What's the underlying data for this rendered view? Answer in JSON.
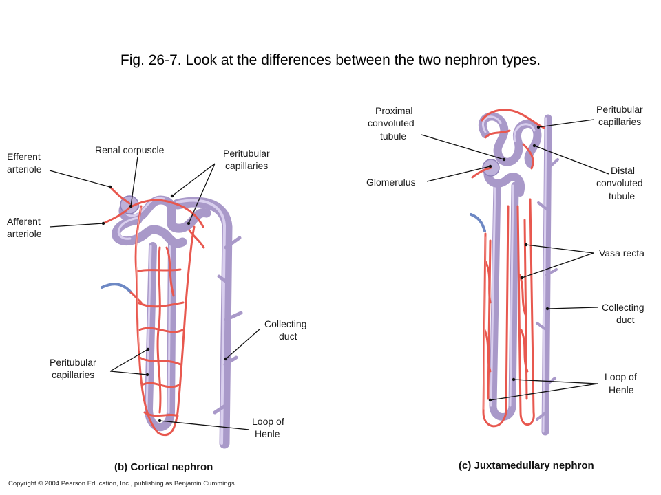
{
  "title": "Fig. 26-7.  Look at the differences between the two nephron types.",
  "cortical": {
    "caption": "(b) Cortical nephron",
    "labels": {
      "efferent_1": "Efferent",
      "efferent_2": "arteriole",
      "afferent_1": "Afferent",
      "afferent_2": "arteriole",
      "renal_corpuscle": "Renal corpuscle",
      "peritubular_top_1": "Peritubular",
      "peritubular_top_2": "capillaries",
      "peritubular_bottom_1": "Peritubular",
      "peritubular_bottom_2": "capillaries",
      "collecting_1": "Collecting",
      "collecting_2": "duct",
      "loop_1": "Loop of",
      "loop_2": "Henle"
    }
  },
  "juxtamedullary": {
    "caption": "(c) Juxtamedullary nephron",
    "labels": {
      "proximal_1": "Proximal",
      "proximal_2": "convoluted",
      "proximal_3": "tubule",
      "glomerulus": "Glomerulus",
      "peritubular_1": "Peritubular",
      "peritubular_2": "capillaries",
      "distal_1": "Distal",
      "distal_2": "convoluted",
      "distal_3": "tubule",
      "vasa_recta": "Vasa recta",
      "collecting_1": "Collecting",
      "collecting_2": "duct",
      "loop_1": "Loop of",
      "loop_2": "Henle"
    }
  },
  "copyright": "Copyright © 2004 Pearson Education, Inc., publishing as Benjamin Cummings.",
  "colors": {
    "tubule": "#a999c9",
    "capillary": "#e8584f",
    "vein": "#6d88c4"
  }
}
